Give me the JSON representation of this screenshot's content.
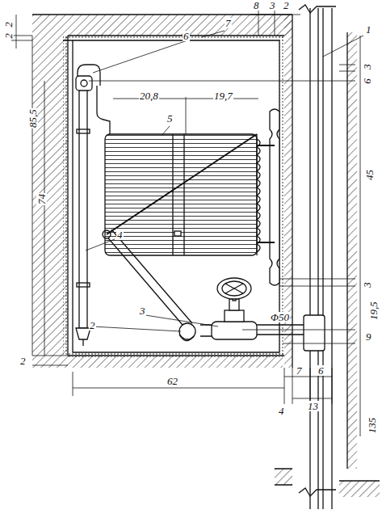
{
  "diagram": {
    "labels": [
      "2",
      "2",
      "8",
      "3",
      "2",
      "6",
      "7",
      "1",
      "3",
      "6",
      "20,8",
      "19,7",
      "5",
      "45",
      "85,5",
      "74",
      "4",
      "3",
      "2",
      "3",
      "19,5",
      "Φ50",
      "9",
      "2",
      "62",
      "7",
      "6",
      "13",
      "4",
      "135"
    ]
  }
}
